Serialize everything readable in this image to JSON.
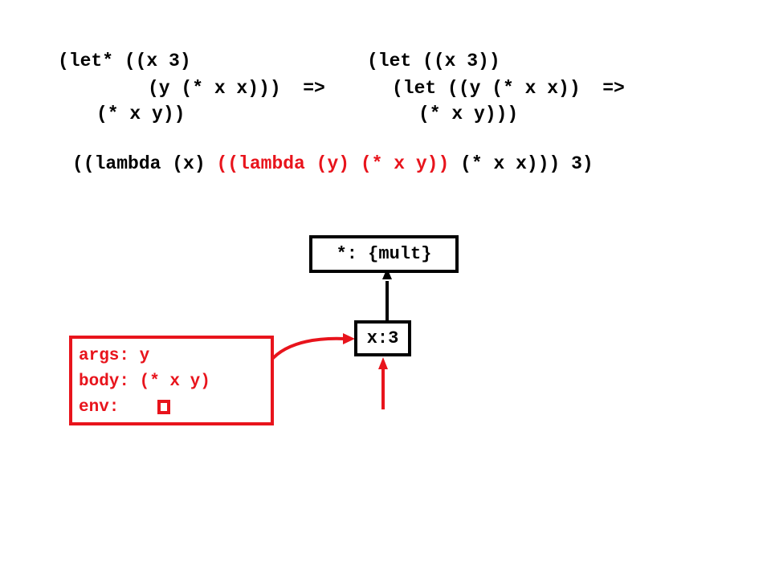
{
  "code": {
    "line1_left": "(let* ((x 3)",
    "line1_right": "(let ((x 3))",
    "line2_left": "(y (* x x)))  =>",
    "line2_right": "(let ((y (* x x))  =>",
    "line3_left": "(* x y))",
    "line3_right": "(* x y)))",
    "line4_prefix": "((lambda (x) ",
    "line4_red": "((lambda (y) (* x y))",
    "line4_suffix": " (* x x))) 3)"
  },
  "diagram": {
    "mult_box": "*: {mult}",
    "frame_box": "x:3",
    "procedure": {
      "args": "args: y",
      "body": "body: (* x y)",
      "env": "env:"
    }
  },
  "colors": {
    "highlight": "#e8141c",
    "text": "#000000"
  }
}
